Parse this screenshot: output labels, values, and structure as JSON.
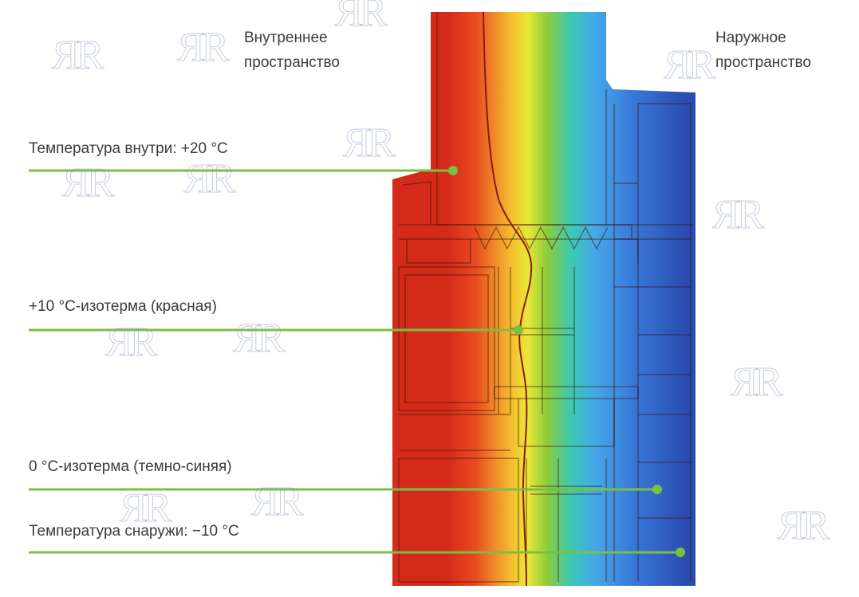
{
  "zones": {
    "inside": [
      "Внутреннее",
      "пространство"
    ],
    "outside": [
      "Наружное",
      "пространство"
    ]
  },
  "callouts": [
    {
      "text": "Температура внутри: +20 °C"
    },
    {
      "text": "+10 °C-изотерма (красная)"
    },
    {
      "text": "0 °C-изотерма (темно-синяя)"
    },
    {
      "text": "Температура снаружи: −10 °C"
    }
  ],
  "watermark_text": "ЯR",
  "colors": {
    "leader_line": "#7ac043",
    "gradient": [
      "#d42a1a",
      "#e84a20",
      "#f08a2a",
      "#f4c430",
      "#e8e838",
      "#8ccc3c",
      "#3cc8b4",
      "#46a8e8",
      "#3878d8",
      "#2a4cb0"
    ]
  }
}
